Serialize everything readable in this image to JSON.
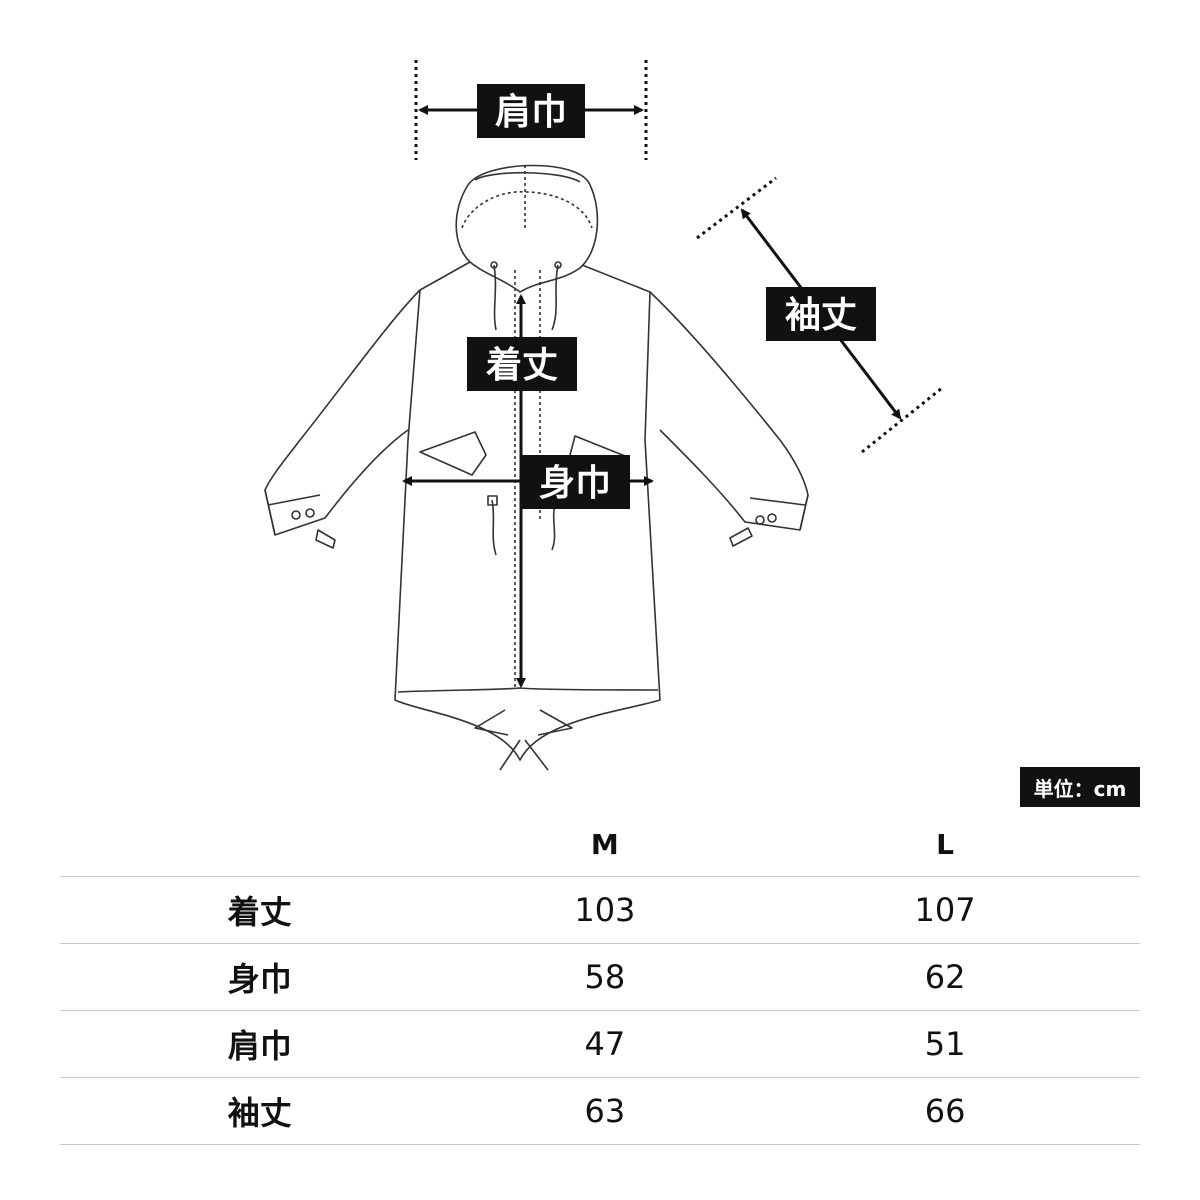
{
  "diagram": {
    "labels": {
      "shoulder": "肩巾",
      "body_length": "着丈",
      "chest": "身巾",
      "sleeve": "袖丈"
    }
  },
  "unit": "単位：cm",
  "table": {
    "columns": [
      "M",
      "L"
    ],
    "rows": [
      {
        "label": "着丈",
        "values": [
          "103",
          "107"
        ]
      },
      {
        "label": "身巾",
        "values": [
          "58",
          "62"
        ]
      },
      {
        "label": "肩巾",
        "values": [
          "47",
          "51"
        ]
      },
      {
        "label": "袖丈",
        "values": [
          "63",
          "66"
        ]
      }
    ]
  }
}
